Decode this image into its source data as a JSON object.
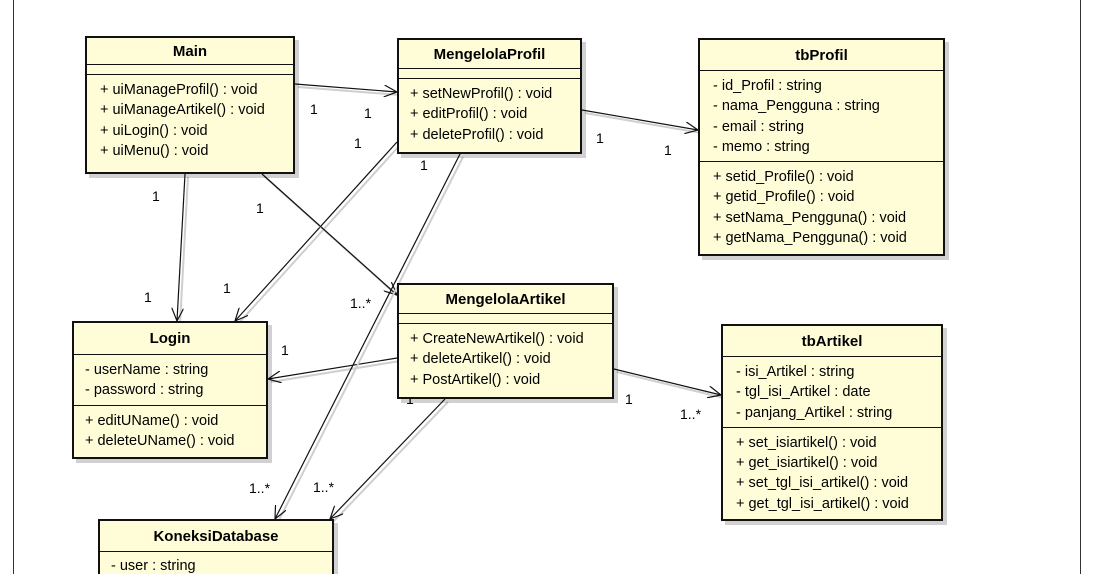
{
  "classes": {
    "main": {
      "name": "Main",
      "attributes": [],
      "methods": [
        "+ uiManageProfil() : void",
        "+ uiManageArtikel() : void",
        "+ uiLogin() : void",
        "+ uiMenu() : void"
      ]
    },
    "mengelola_profil": {
      "name": "MengelolaProfil",
      "attributes": [],
      "methods": [
        "+ setNewProfil() : void",
        "+ editProfil() : void",
        "+ deleteProfil() : void"
      ]
    },
    "tb_profil": {
      "name": "tbProfil",
      "attributes": [
        "- id_Profil : string",
        "- nama_Pengguna : string",
        "- email : string",
        "- memo : string"
      ],
      "methods": [
        "+ setid_Profile() : void",
        "+ getid_Profile() : void",
        "+ setNama_Pengguna() : void",
        "+ getNama_Pengguna() : void"
      ]
    },
    "login": {
      "name": "Login",
      "attributes": [
        "- userName : string",
        "- password : string"
      ],
      "methods": [
        "+ editUName() : void",
        "+ deleteUName() : void"
      ]
    },
    "mengelola_artikel": {
      "name": "MengelolaArtikel",
      "attributes": [],
      "methods": [
        "+ CreateNewArtikel() : void",
        "+ deleteArtikel() : void",
        "+ PostArtikel() : void"
      ]
    },
    "tb_artikel": {
      "name": "tbArtikel",
      "attributes": [
        "- isi_Artikel : string",
        "- tgl_isi_Artikel : date",
        "- panjang_Artikel : string"
      ],
      "methods": [
        "+ set_isiartikel() : void",
        "+ get_isiartikel() : void",
        "+ set_tgl_isi_artikel() : void",
        "+ get_tgl_isi_artikel() : void"
      ]
    },
    "koneksi_database": {
      "name": "KoneksiDatabase",
      "attributes": [
        "- user : string"
      ],
      "methods": []
    }
  },
  "associations": [
    {
      "from": "Main",
      "to": "MengelolaProfil",
      "source_mult": "1",
      "target_mult": "1"
    },
    {
      "from": "MengelolaProfil",
      "to": "tbProfil",
      "source_mult": "1",
      "target_mult": "1"
    },
    {
      "from": "Main",
      "to": "Login",
      "source_mult": "1",
      "target_mult": "1"
    },
    {
      "from": "MengelolaProfil",
      "to": "Login",
      "source_mult": "1",
      "target_mult": "1"
    },
    {
      "from": "Main",
      "to": "MengelolaArtikel",
      "source_mult": "1",
      "target_mult": "1..*"
    },
    {
      "from": "MengelolaArtikel",
      "to": "Login",
      "source_mult": "",
      "target_mult": "1"
    },
    {
      "from": "MengelolaArtikel",
      "to": "tbArtikel",
      "source_mult": "1",
      "target_mult": "1..*"
    },
    {
      "from": "MengelolaProfil",
      "to": "KoneksiDatabase",
      "source_mult": "1",
      "target_mult": "1..*"
    },
    {
      "from": "MengelolaArtikel",
      "to": "KoneksiDatabase",
      "source_mult": "1",
      "target_mult": "1..*"
    }
  ]
}
